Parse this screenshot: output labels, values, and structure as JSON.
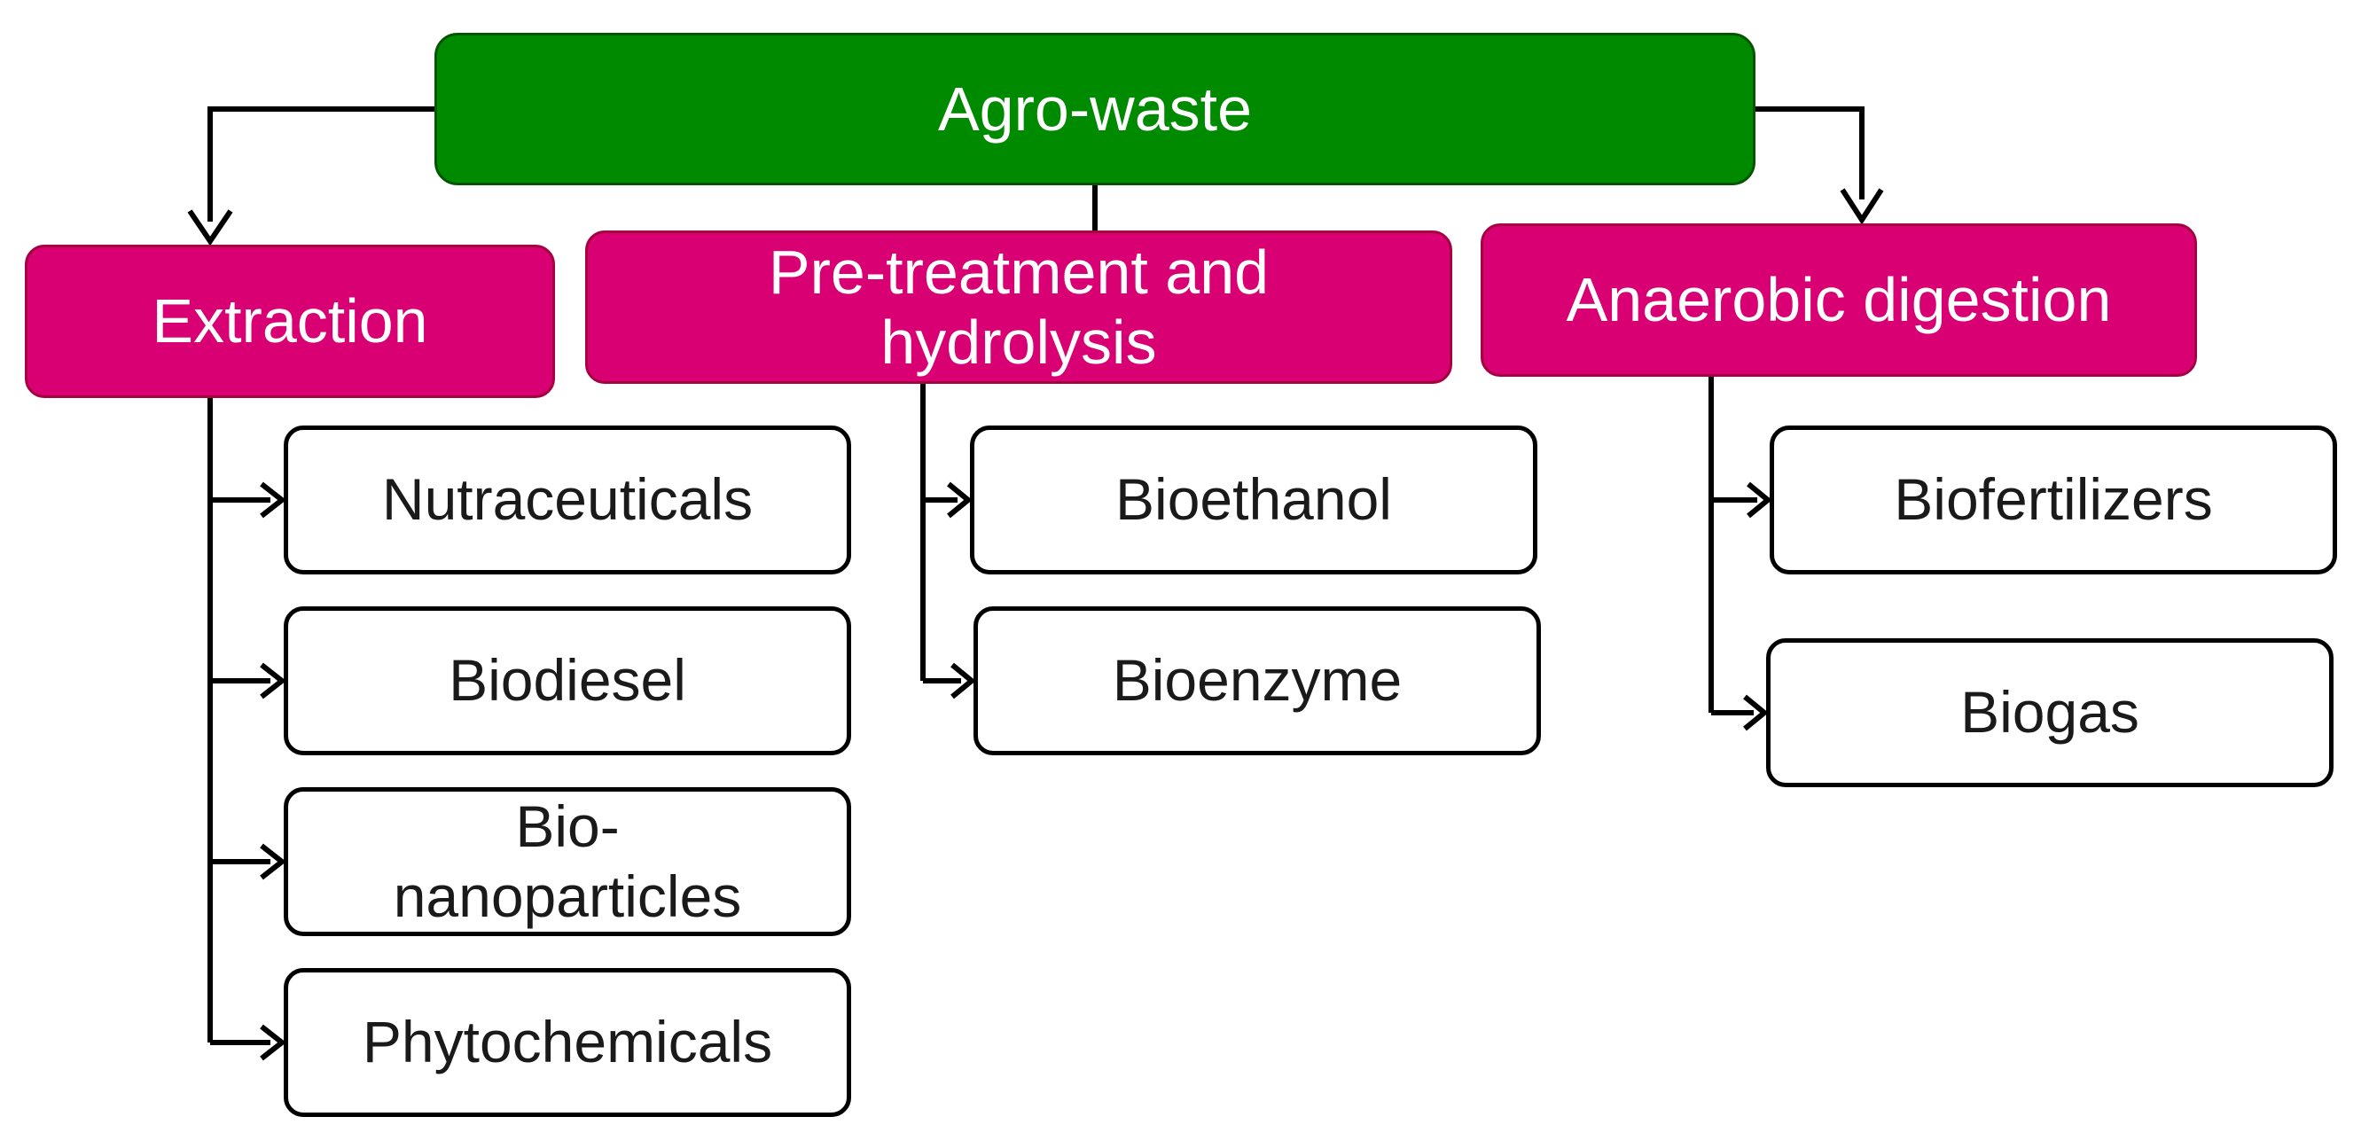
{
  "root": {
    "label": "Agro-waste"
  },
  "categories": [
    {
      "label": "Extraction",
      "children": [
        "Nutraceuticals",
        "Biodiesel",
        "Bio-\nnanoparticles",
        "Phytochemicals"
      ]
    },
    {
      "label": "Pre-treatment and\nhydrolysis",
      "children": [
        "Bioethanol",
        "Bioenzyme"
      ]
    },
    {
      "label": "Anaerobic digestion",
      "children": [
        "Biofertilizers",
        "Biogas"
      ]
    }
  ],
  "colors": {
    "root_fill": "#008a00",
    "category_fill": "#d80073",
    "leaf_fill": "#ffffff",
    "connector": "#000000"
  }
}
